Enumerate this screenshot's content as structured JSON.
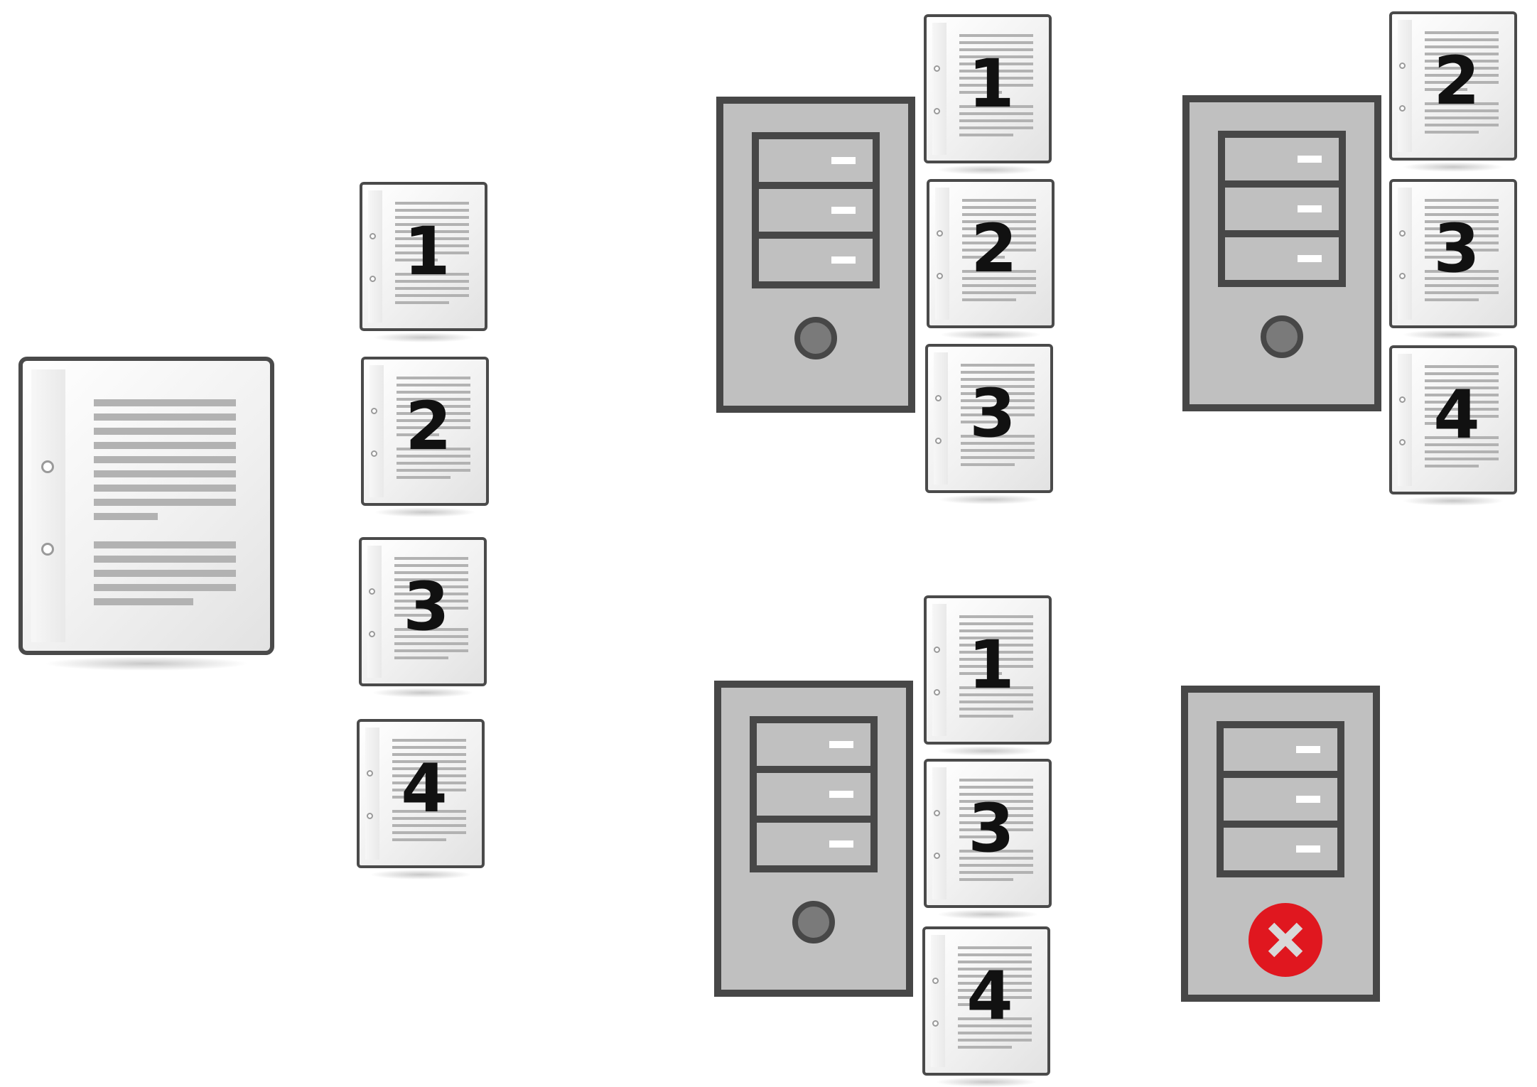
{
  "source_document": {
    "icon": "document-icon"
  },
  "chunks": [
    {
      "label": "1",
      "icon": "document-chunk-icon"
    },
    {
      "label": "2",
      "icon": "document-chunk-icon"
    },
    {
      "label": "3",
      "icon": "document-chunk-icon"
    },
    {
      "label": "4",
      "icon": "document-chunk-icon"
    }
  ],
  "servers": [
    {
      "icon": "server-icon",
      "status": "online",
      "chunks": [
        "1",
        "2",
        "3"
      ]
    },
    {
      "icon": "server-icon",
      "status": "online",
      "chunks": [
        "2",
        "3",
        "4"
      ]
    },
    {
      "icon": "server-icon",
      "status": "online",
      "chunks": [
        "1",
        "3",
        "4"
      ]
    },
    {
      "icon": "server-icon",
      "status": "failed",
      "chunks": []
    }
  ],
  "colors": {
    "server_body": "#c0c0c0",
    "server_border": "#474747",
    "failure": "#e0171f",
    "digit": "#111111"
  }
}
